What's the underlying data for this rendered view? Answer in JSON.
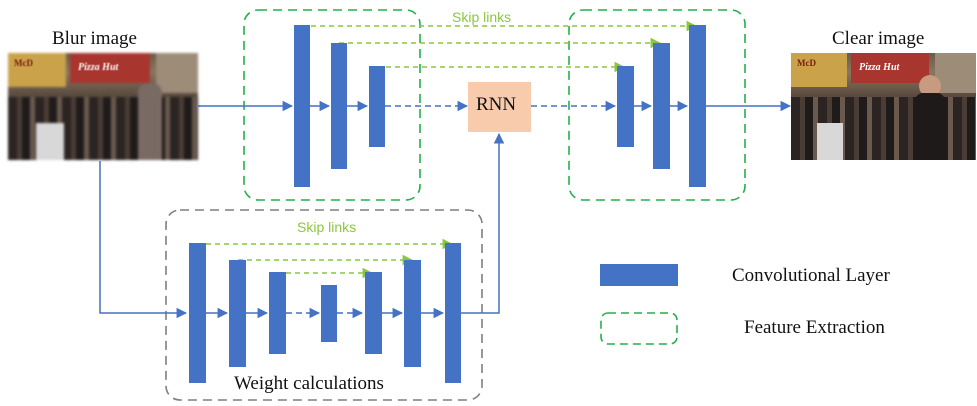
{
  "labels": {
    "blur_image": "Blur image",
    "clear_image": "Clear image",
    "rnn": "RNN",
    "skip_links_top": "Skip links",
    "skip_links_bottom": "Skip links",
    "weight_calculations": "Weight calculations"
  },
  "legend": {
    "conv_layer": "Convolutional Layer",
    "feature_extraction": "Feature Extraction"
  },
  "photo_signs": {
    "sign_left": "McD",
    "sign_right": "Pizza Hut"
  },
  "colors": {
    "conv_blue": "#4472c4",
    "arrow_blue": "#4472c4",
    "skip_green": "#8cc63f",
    "feature_box_green": "#22b14c",
    "weight_box_gray": "#7f7f7f",
    "rnn_fill": "#f8cbad"
  }
}
